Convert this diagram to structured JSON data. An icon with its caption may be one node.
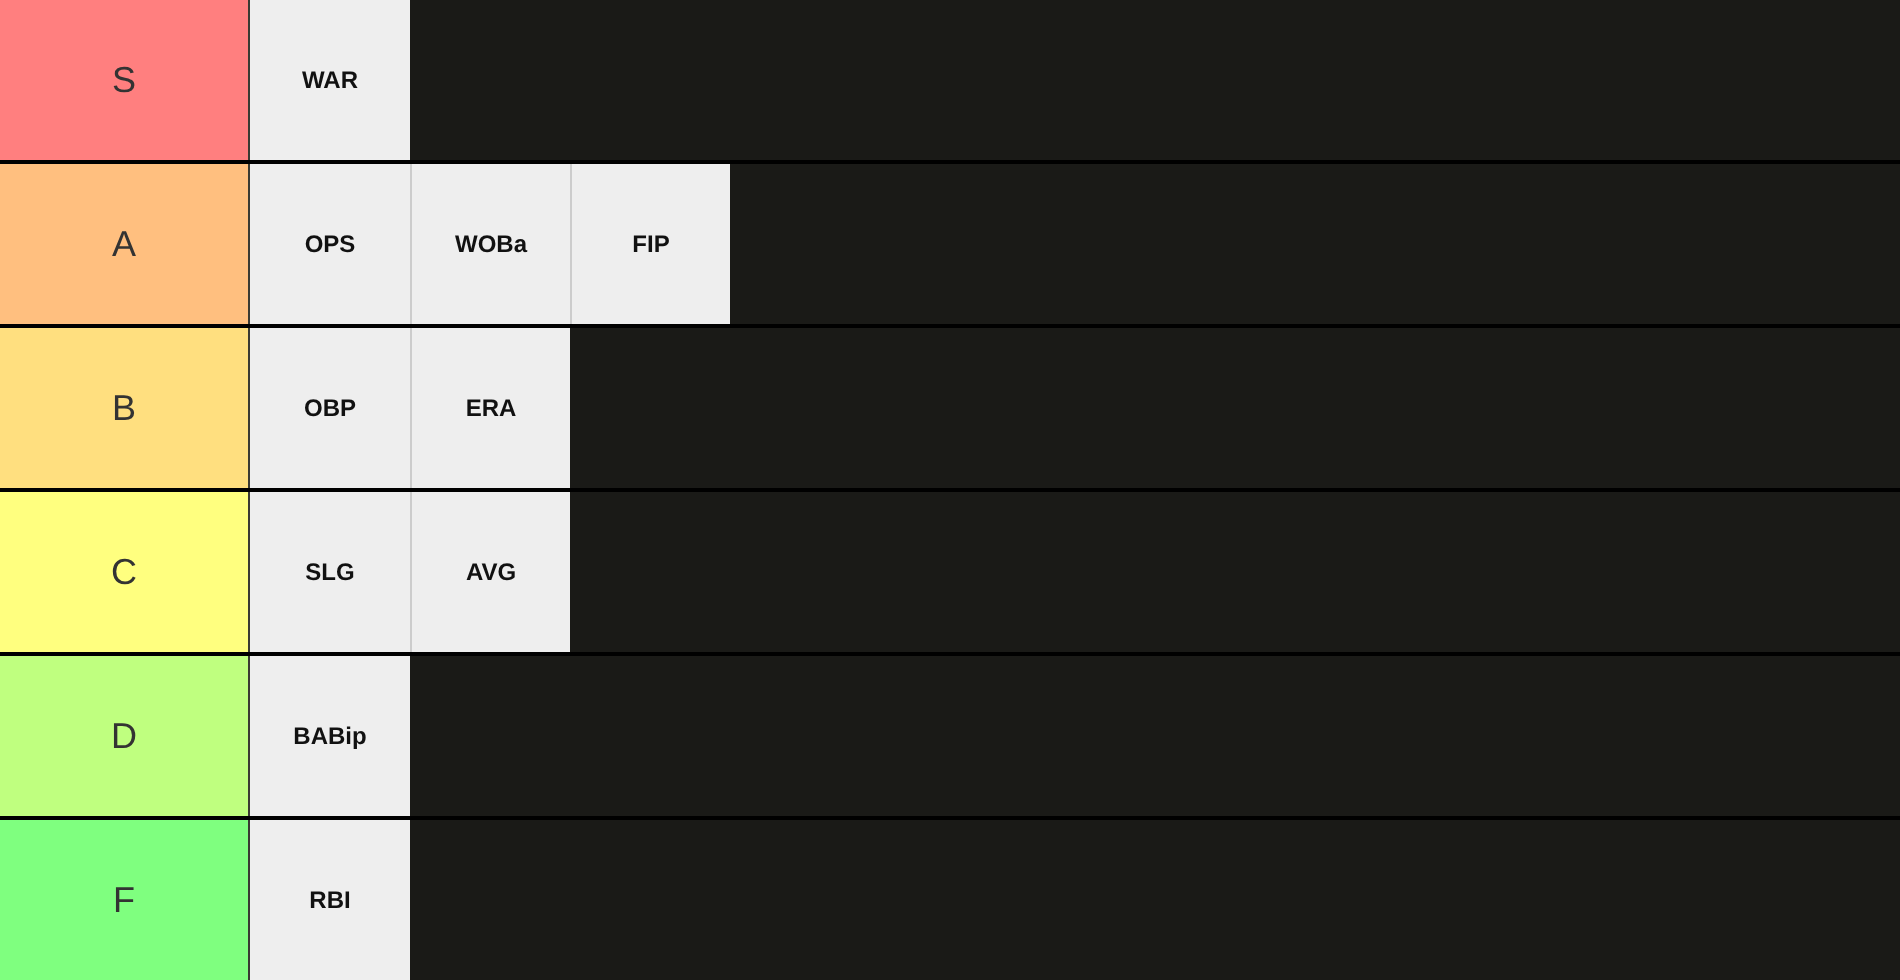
{
  "diagram": {
    "nodes": [
      {
        "text": [
          "S"
        ]
      },
      {
        "text": [
          "WAR"
        ],
        "in": 0
      },
      {
        "text": [
          "A"
        ]
      },
      {
        "text": [
          "OPS"
        ],
        "in": 2
      },
      {
        "text": [
          "WOBa"
        ],
        "in": 2
      },
      {
        "text": [
          "FIP"
        ],
        "in": 2
      },
      {
        "text": [
          "B"
        ]
      },
      {
        "text": [
          "OBP"
        ],
        "in": 6
      },
      {
        "text": [
          "ERA"
        ],
        "in": 6
      },
      {
        "text": [
          "C"
        ]
      },
      {
        "text": [
          "SLG"
        ],
        "in": 9
      },
      {
        "text": [
          "AVG"
        ],
        "in": 9
      },
      {
        "text": [
          "D"
        ]
      },
      {
        "text": [
          "BABip"
        ],
        "in": 12
      },
      {
        "text": [
          "F"
        ]
      },
      {
        "text": [
          "RBI"
        ],
        "in": 14
      }
    ]
  }
}
